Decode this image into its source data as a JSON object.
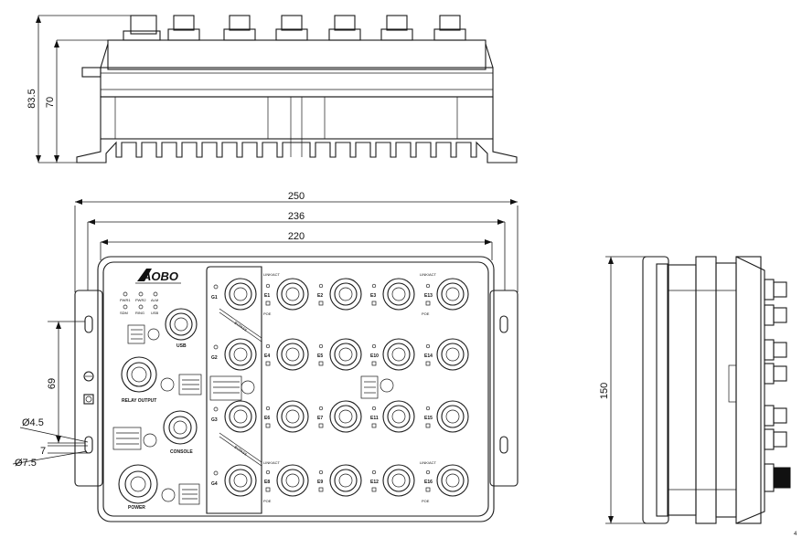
{
  "brand": "AOBO",
  "dimensions": {
    "total_height": "83.5",
    "body_height": "70",
    "overall_width": "250",
    "hole_spacing": "236",
    "body_width": "220",
    "mount_offset": "69",
    "slot_diameter": "Ø4.5",
    "hole_pitch": "7",
    "hole_diameter": "Ø7.5",
    "side_depth": "150"
  },
  "left_panel": {
    "leds": [
      "PWR1",
      "PWR2",
      "ALM",
      "SDM",
      "RING",
      "USB"
    ],
    "usb_label": "USB",
    "relay_label": "RELAY OUTPUT",
    "console_label": "CONSOLE",
    "power_label": "POWER"
  },
  "ports": {
    "gigabit": [
      "G1",
      "G2",
      "G3",
      "G4"
    ],
    "bypass": [
      "BYPASS",
      "BYPASS"
    ],
    "fast": [
      "E1",
      "E2",
      "E3",
      "E4",
      "E5",
      "E6",
      "E7",
      "E8",
      "E9",
      "E10",
      "E11",
      "E12",
      "E13",
      "E14",
      "E15",
      "E16"
    ],
    "link_label": "LINK/ACT",
    "poe_label": "POE"
  },
  "page_number": "4"
}
